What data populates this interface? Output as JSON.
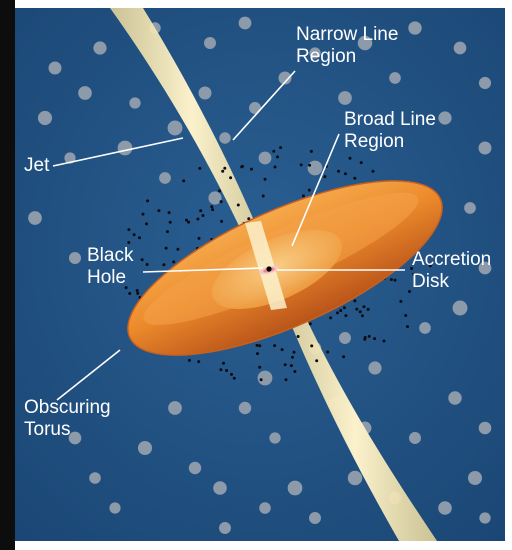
{
  "labels": {
    "narrow_line_region": "Narrow Line\nRegion",
    "broad_line_region": "Broad Line\nRegion",
    "jet": "Jet",
    "black_hole": "Black\nHole",
    "accretion_disk": "Accretion\nDisk",
    "obscuring_torus": "Obscuring\nTorus"
  },
  "colors": {
    "background": "#1f4e7c",
    "torus": "#e8801f",
    "torus_highlight": "#f6b25a",
    "jet": "#f3e6b4",
    "clouds": "#8c9aaa",
    "dots": "#0c0c12",
    "frame_left": "#0d0d0d",
    "label_text": "#ffffff"
  }
}
